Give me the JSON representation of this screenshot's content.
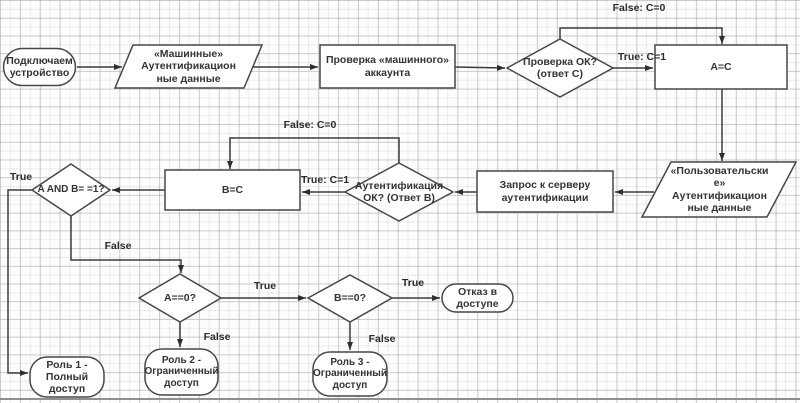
{
  "diagram": {
    "nodes": {
      "start": {
        "text": "Подключаем\nустройство"
      },
      "para1": {
        "text": "«Машинные»\nАутентификацион\nные данные"
      },
      "rect1": {
        "text": "Проверка «машинного»\nаккаунта"
      },
      "d1": {
        "text": "Проверка ОК?\n(ответ С)"
      },
      "rectAC": {
        "text": "A=C"
      },
      "para2": {
        "text": "«Пользовательски\nе»\nАутентификацион\nные данные"
      },
      "rectZ": {
        "text": "Запрос к серверу\nаутентификации"
      },
      "d2": {
        "text": "Аутентификация\nОК? (Ответ В)"
      },
      "rectBC": {
        "text": "B=C"
      },
      "d3": {
        "text": "A AND B= =1?"
      },
      "d4": {
        "text": "A==0?"
      },
      "d5": {
        "text": "B==0?"
      },
      "deny": {
        "text": "Отказ в\nдоступе"
      },
      "role1": {
        "text": "Роль 1 -\nПолный доступ"
      },
      "role2": {
        "text": "Роль 2 -\nОграниченный\nдоступ"
      },
      "role3": {
        "text": "Роль 3 -\nОграниченный\nдоступ"
      }
    },
    "edge_labels": {
      "false_c0_top": "False: C=0",
      "true_c1_top": "True: C=1",
      "false_c0_mid": "False: C=0",
      "true_c1_mid": "True: C=1",
      "true_and": "True",
      "false_and": "False",
      "true_a": "True",
      "false_a": "False",
      "true_b": "True",
      "false_b": "False"
    },
    "colors": {
      "shape_fill": "#ffffff",
      "shape_border": "#474747",
      "connector": "#3c3c3c",
      "grid_line": "#c9c9c9",
      "text": "#333333"
    }
  }
}
